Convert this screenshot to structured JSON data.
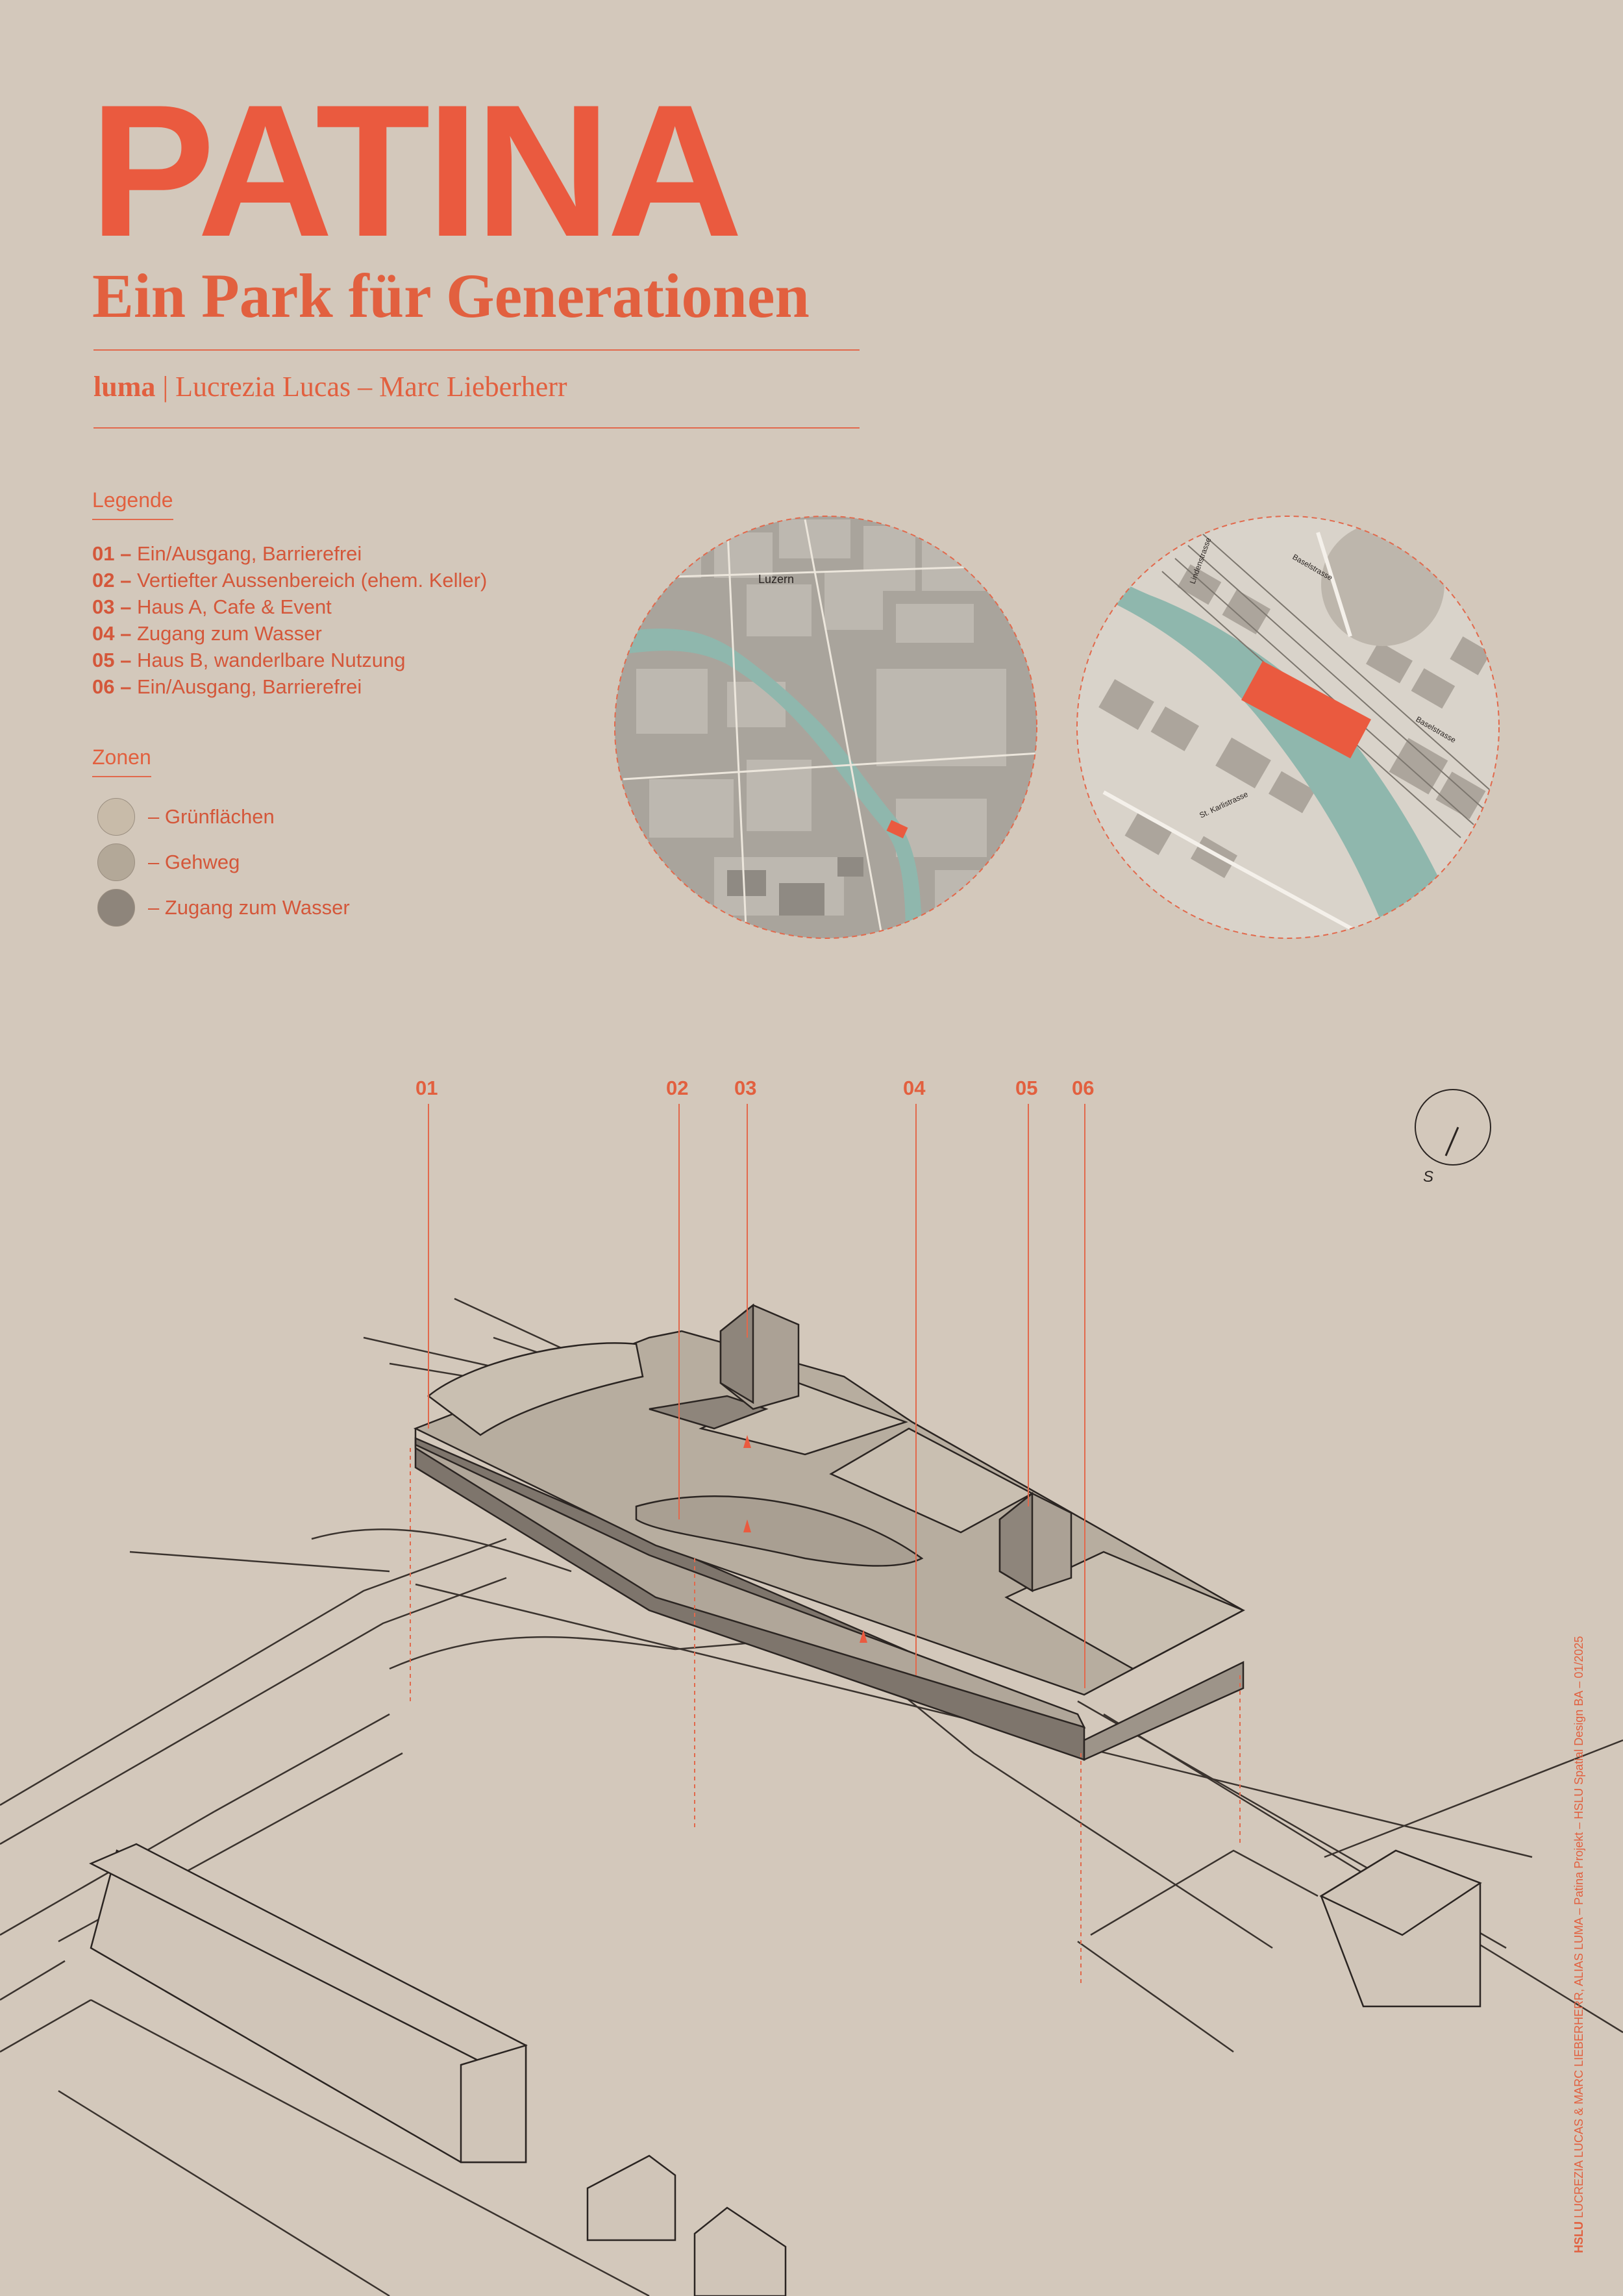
{
  "title": "PATINA",
  "subtitle": "Ein Park für Generationen",
  "authors": {
    "studio": "luma",
    "names": "Lucrezia Lucas – Marc Lieberherr"
  },
  "legend": {
    "heading": "Legende",
    "items": [
      {
        "num": "01 –",
        "text": "Ein/Ausgang, Barrierefrei"
      },
      {
        "num": "02 –",
        "text": "Vertiefter Aussenbereich (ehem. Keller)"
      },
      {
        "num": "03 –",
        "text": "Haus A, Cafe & Event"
      },
      {
        "num": "04 –",
        "text": "Zugang zum Wasser"
      },
      {
        "num": "05 –",
        "text": "Haus B, wanderlbare Nutzung"
      },
      {
        "num": "06 –",
        "text": "Ein/Ausgang, Barrierefrei"
      }
    ]
  },
  "zones": {
    "heading": "Zonen",
    "items": [
      {
        "label": "– Grünflächen",
        "color": "#c8bba9"
      },
      {
        "label": "– Gehweg",
        "color": "#b3a898"
      },
      {
        "label": "– Zugang zum Wasser",
        "color": "#8e857b"
      }
    ]
  },
  "maps": {
    "city_label": "Luzern",
    "street_labels": [
      "Baselstrasse",
      "Baselstrasse",
      "St. Karlistrasse",
      "Lindenstrasse"
    ]
  },
  "callouts": [
    "01",
    "02",
    "03",
    "04",
    "05",
    "06"
  ],
  "compass_label": "S",
  "footer": {
    "brand": "HSLU",
    "text": "LUCREZIA LUCAS & MARC LIEBERHERR, ALIAS LUMA – Patina Projekt – HSLU Spatial Design BA – 01/2025"
  },
  "colors": {
    "accent": "#ea5a3f",
    "paper": "#d3c8bb",
    "water": "#8fb7ad",
    "ink": "#2b2522"
  }
}
